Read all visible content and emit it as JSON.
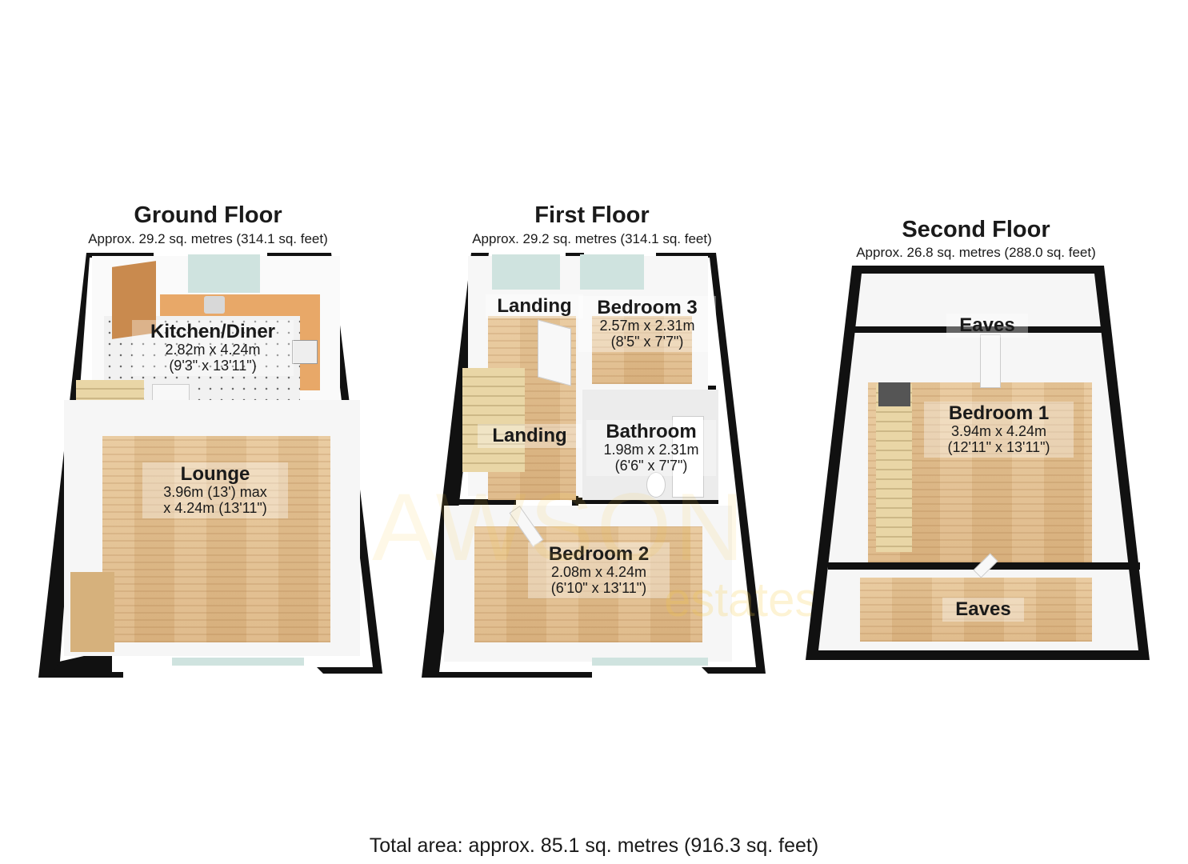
{
  "floors": [
    {
      "title": "Ground Floor",
      "area": "Approx. 29.2 sq. metres (314.1 sq. feet)",
      "rooms": [
        {
          "name": "Kitchen/Diner",
          "dim_metric": "2.82m x 4.24m",
          "dim_imperial": "(9'3\" x 13'11\")"
        },
        {
          "name": "Lounge",
          "dim_metric": "3.96m (13') max",
          "dim_imperial": "x 4.24m (13'11\")"
        }
      ]
    },
    {
      "title": "First Floor",
      "area": "Approx. 29.2 sq. metres (314.1 sq. feet)",
      "rooms": [
        {
          "name": "Landing"
        },
        {
          "name": "Bedroom 3",
          "dim_metric": "2.57m x 2.31m",
          "dim_imperial": "(8'5\" x 7'7\")"
        },
        {
          "name": "Landing"
        },
        {
          "name": "Bathroom",
          "dim_metric": "1.98m x 2.31m",
          "dim_imperial": "(6'6\" x 7'7\")"
        },
        {
          "name": "Bedroom 2",
          "dim_metric": "2.08m x 4.24m",
          "dim_imperial": "(6'10\" x 13'11\")"
        }
      ]
    },
    {
      "title": "Second Floor",
      "area": "Approx. 26.8 sq. metres (288.0 sq. feet)",
      "rooms": [
        {
          "name": "Eaves"
        },
        {
          "name": "Bedroom 1",
          "dim_metric": "3.94m x 4.24m",
          "dim_imperial": "(12'11\" x 13'11\")"
        },
        {
          "name": "Eaves"
        }
      ]
    }
  ],
  "watermark": {
    "brand": "AWSON",
    "sub": "estates"
  },
  "total_area": "Total area: approx. 85.1 sq. metres (916.3 sq. feet)"
}
